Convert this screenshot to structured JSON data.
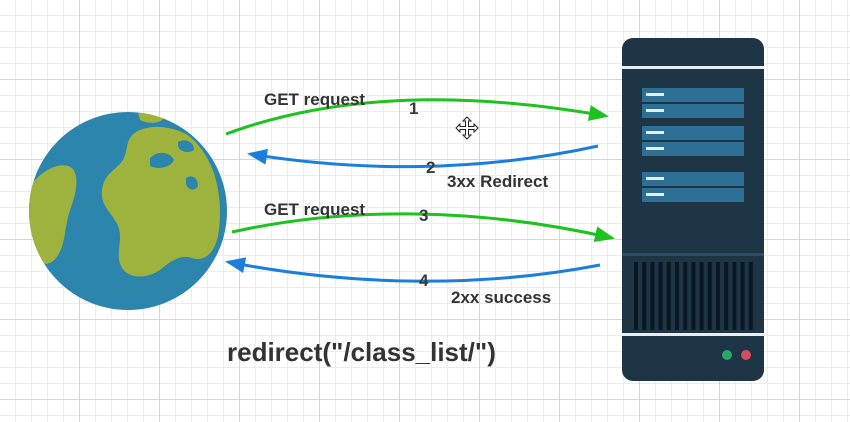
{
  "diagram": {
    "caption": "redirect(\"/class_list/\")",
    "client_icon": "globe-icon",
    "server_icon": "server-icon",
    "cursor_icon": "move-cursor-icon",
    "colors": {
      "request_arrow": "#1ec21e",
      "response_arrow": "#1a7fdc",
      "globe_ocean": "#2c85ad",
      "globe_land": "#9eb33d",
      "server_body": "#1d3545",
      "server_bar": "#2e6f96",
      "server_led_green": "#26a96b",
      "server_led_red": "#d64d63"
    },
    "steps": [
      {
        "number": "1",
        "label": "GET request",
        "direction": "client-to-server"
      },
      {
        "number": "2",
        "label": "3xx Redirect",
        "direction": "server-to-client"
      },
      {
        "number": "3",
        "label": "GET request",
        "direction": "client-to-server"
      },
      {
        "number": "4",
        "label": "2xx success",
        "direction": "server-to-client"
      }
    ]
  }
}
